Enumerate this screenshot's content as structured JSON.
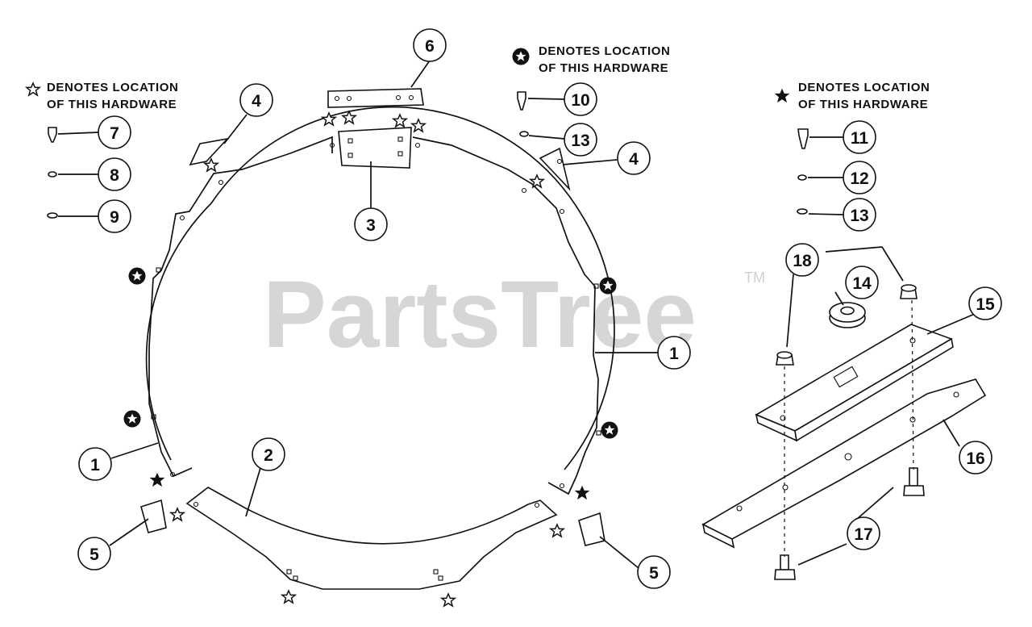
{
  "watermark": {
    "text": "PartsTree",
    "trademark": "TM"
  },
  "legends": {
    "open_star": {
      "line1": "DENOTES LOCATION",
      "line2": "OF THIS HARDWARE"
    },
    "circle_star": {
      "line1": "DENOTES LOCATION",
      "line2": "OF THIS HARDWARE"
    },
    "solid_star": {
      "line1": "DENOTES LOCATION",
      "line2": "OF THIS HARDWARE"
    }
  },
  "callouts": {
    "c1a": "1",
    "c1b": "1",
    "c2": "2",
    "c3": "3",
    "c4a": "4",
    "c4b": "4",
    "c5a": "5",
    "c5b": "5",
    "c6": "6",
    "c7": "7",
    "c8": "8",
    "c9": "9",
    "c10": "10",
    "c11": "11",
    "c12": "12",
    "c13a": "13",
    "c13b": "13",
    "c14": "14",
    "c15": "15",
    "c16": "16",
    "c17": "17",
    "c18": "18"
  },
  "icons": {
    "open_star": "open-star-icon",
    "circle_star": "circle-star-icon",
    "solid_star": "solid-star-icon"
  }
}
